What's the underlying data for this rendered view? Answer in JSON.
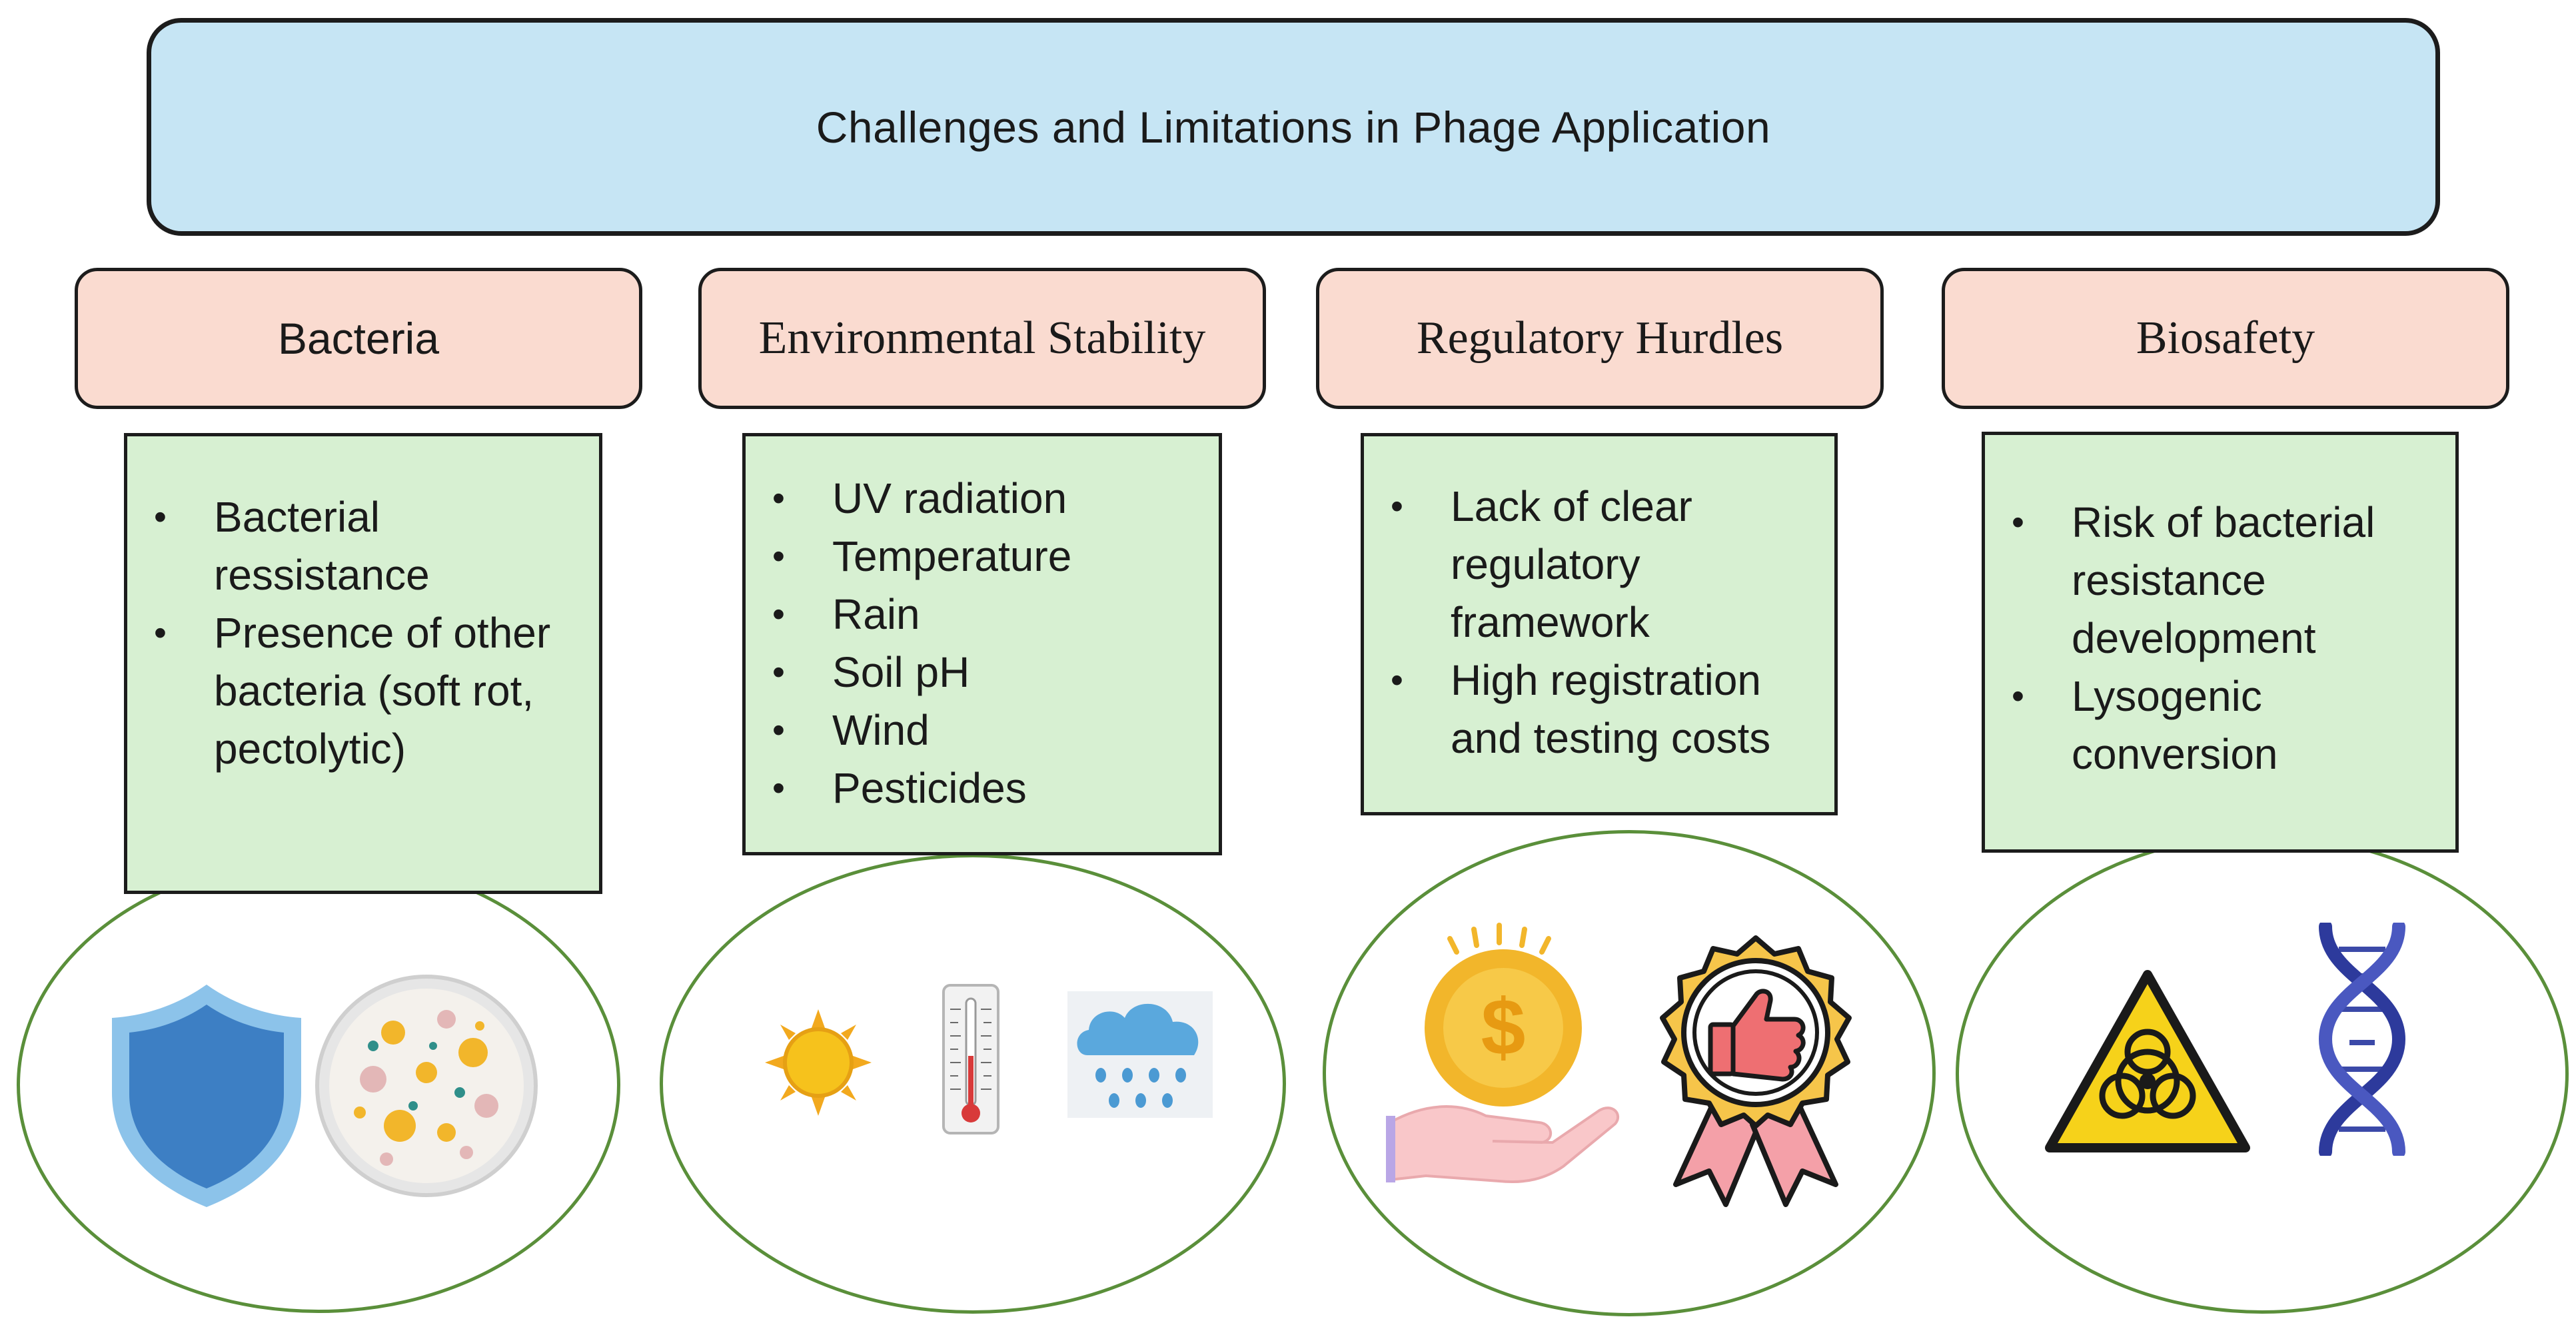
{
  "title": "Challenges and Limitations in Phage Application",
  "categories": [
    {
      "label": "Bacteria",
      "items": [
        "Bacterial ressistance",
        "Presence of other bacteria (soft rot, pectolytic)"
      ],
      "icons": [
        "shield-icon",
        "petri-dish-icon"
      ]
    },
    {
      "label": "Environmental Stability",
      "items": [
        "UV radiation",
        "Temperature",
        "Rain",
        "Soil pH",
        "Wind",
        "Pesticides"
      ],
      "icons": [
        "sun-icon",
        "thermometer-icon",
        "rain-cloud-icon"
      ]
    },
    {
      "label": "Regulatory Hurdles",
      "items": [
        "Lack of clear regulatory framework",
        "High registration and testing costs"
      ],
      "icons": [
        "coin-in-hand-icon",
        "approval-badge-icon"
      ]
    },
    {
      "label": "Biosafety",
      "items": [
        "Risk of bacterial resistance development",
        "Lysogenic conversion"
      ],
      "icons": [
        "biohazard-icon",
        "dna-icon"
      ]
    }
  ],
  "colors": {
    "title_fill": "#c6e5f4",
    "category_fill": "#fadbd0",
    "list_fill": "#d7f0d2",
    "circle_stroke": "#5a8f3a"
  }
}
